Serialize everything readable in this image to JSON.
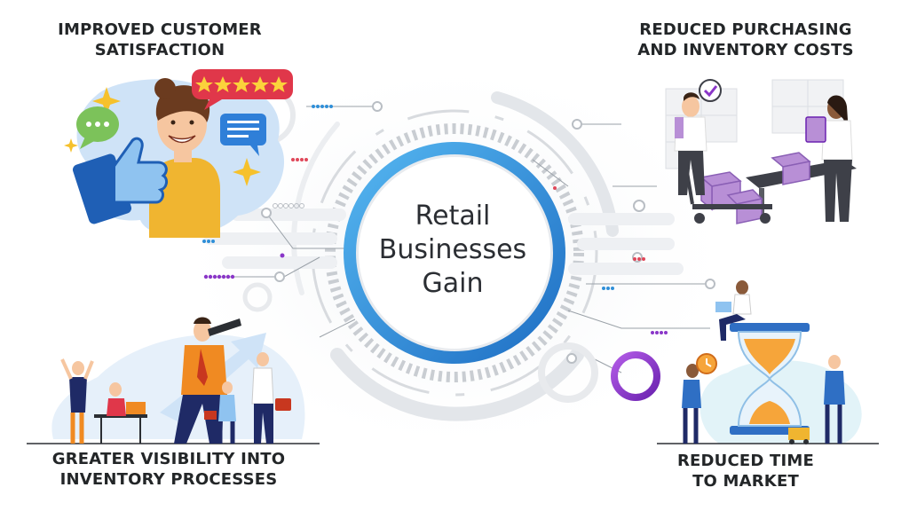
{
  "center": {
    "lines": [
      "Retail",
      "Businesses",
      "Gain"
    ]
  },
  "benefits": [
    {
      "lines": [
        "IMPROVED CUSTOMER",
        "SATISFACTION"
      ]
    },
    {
      "lines": [
        "REDUCED PURCHASING",
        "AND INVENTORY COSTS"
      ]
    },
    {
      "lines": [
        "GREATER VISIBILITY INTO",
        "INVENTORY PROCESSES"
      ]
    },
    {
      "lines": [
        "REDUCED TIME",
        "TO MARKET"
      ]
    }
  ],
  "icons": [
    "star-icon",
    "thumbs-up-icon",
    "chat-bubble-icon",
    "speech-bubble-icon",
    "checkmark-icon",
    "clipboard-icon",
    "telescope-icon",
    "hourglass-icon",
    "clock-icon",
    "laptop-icon",
    "briefcase-icon"
  ],
  "colors": {
    "ring_blue": "#2f8fd8",
    "accent_purple": "#8a36c8",
    "box_purple": "#b88fd6",
    "shirt_yellow": "#f0b530",
    "person_orange": "#f08a22",
    "navy": "#1f2a66",
    "text": "#232628"
  }
}
